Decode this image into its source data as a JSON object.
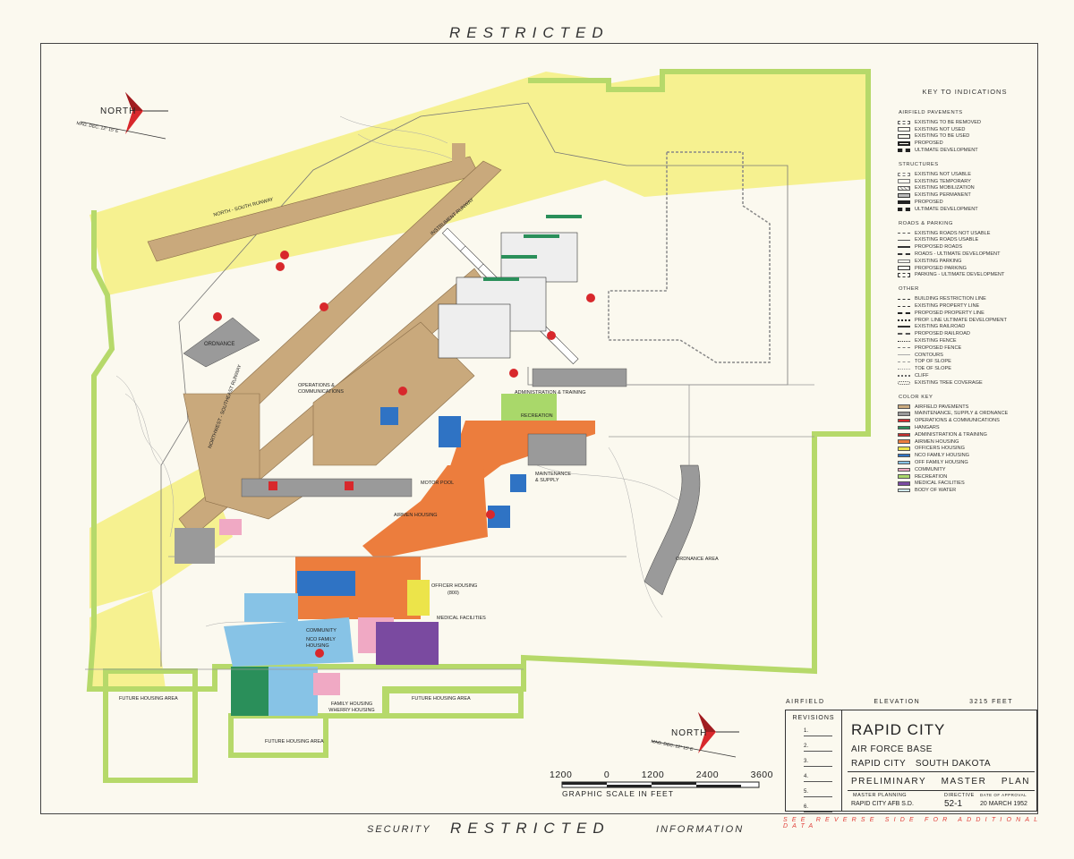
{
  "header": {
    "banner": "RESTRICTED"
  },
  "footer": {
    "security": "SECURITY",
    "banner": "RESTRICTED",
    "information": "INFORMATION"
  },
  "compass": {
    "label": "NORTH",
    "declination": "MAG. DEC. 12° 15' E"
  },
  "map_labels": {
    "north_south_runway": "NORTH - SOUTH RUNWAY",
    "nw_se_runway": "NORTHWEST - SOUTHEAST RUNWAY",
    "instrument_runway": "INSTRUMENT RUNWAY",
    "ordnance": "ORDNANCE",
    "operations": "OPERATIONS & COMMUNICATIONS",
    "admin_training": "ADMINISTRATION & TRAINING",
    "recreation": "RECREATION",
    "maintenance_supply": "MAINTENANCE & SUPPLY",
    "motor_pool": "MOTOR POOL",
    "airmen_housing": "AIRMEN HOUSING",
    "officer_housing": "OFFICER HOUSING",
    "officer_housing_count": "(800)",
    "medical": "MEDICAL FACILITIES",
    "community": "COMMUNITY",
    "nco_family": "NCO FAMILY HOUSING",
    "family_wherry": "FAMILY HOUSING WHERRY HOUSING",
    "ordnance_area": "ORDNANCE AREA",
    "future_housing_1": "FUTURE HOUSING AREA",
    "future_housing_2": "FUTURE HOUSING AREA",
    "future_housing_3": "FUTURE HOUSING AREA"
  },
  "legend": {
    "title": "KEY TO INDICATIONS",
    "airfield_title": "AIRFIELD PAVEMENTS",
    "airfield": [
      "EXISTING TO BE REMOVED",
      "EXISTING NOT USED",
      "EXISTING TO BE USED",
      "PROPOSED",
      "ULTIMATE DEVELOPMENT"
    ],
    "structures_title": "STRUCTURES",
    "structures": [
      "EXISTING NOT USABLE",
      "EXISTING TEMPORARY",
      "EXISTING MOBILIZATION",
      "EXISTING PERMANENT",
      "PROPOSED",
      "ULTIMATE DEVELOPMENT"
    ],
    "roads_title": "ROADS & PARKING",
    "roads": [
      "EXISTING ROADS NOT USABLE",
      "EXISTING ROADS USABLE",
      "PROPOSED ROADS",
      "ROADS - ULTIMATE DEVELOPMENT",
      "EXISTING PARKING",
      "PROPOSED PARKING",
      "PARKING - ULTIMATE DEVELOPMENT"
    ],
    "other_title": "OTHER",
    "other": [
      "BUILDING RESTRICTION LINE",
      "EXISTING PROPERTY LINE",
      "PROPOSED PROPERTY LINE",
      "PROP. LINE ULTIMATE DEVELOPMENT",
      "EXISTING RAILROAD",
      "PROPOSED RAILROAD",
      "EXISTING FENCE",
      "PROPOSED FENCE",
      "CONTOURS",
      "TOP OF SLOPE",
      "TOE OF SLOPE",
      "CLIFF",
      "EXISTING TREE COVERAGE"
    ],
    "color_title": "COLOR KEY",
    "color_key": [
      {
        "label": "AIRFIELD PAVEMENTS",
        "color": "#c9a97c"
      },
      {
        "label": "MAINTENANCE, SUPPLY & ORDNANCE",
        "color": "#9a9a9a"
      },
      {
        "label": "OPERATIONS & COMMUNICATIONS",
        "color": "#d8282c"
      },
      {
        "label": "HANGARS",
        "color": "#2a8f5a"
      },
      {
        "label": "ADMINISTRATION & TRAINING",
        "color": "#c42f2f"
      },
      {
        "label": "AIRMEN HOUSING",
        "color": "#ec7d3d"
      },
      {
        "label": "OFFICERS HOUSING",
        "color": "#ece44a"
      },
      {
        "label": "NCO FAMILY HOUSING",
        "color": "#2f73c4"
      },
      {
        "label": "OFF FAMILY HOUSING",
        "color": "#87c3e6"
      },
      {
        "label": "COMMUNITY",
        "color": "#f0a9c4"
      },
      {
        "label": "RECREATION",
        "color": "#a9d86a"
      },
      {
        "label": "MEDICAL FACILITIES",
        "color": "#7a4aa0"
      },
      {
        "label": "BODY OF WATER",
        "color": "#cfe8ea"
      }
    ]
  },
  "elevation": {
    "label": "AIRFIELD",
    "word": "ELEVATION",
    "value": "3215 FEET"
  },
  "title_block": {
    "revisions": "REVISIONS",
    "revision_numbers": [
      "1.",
      "2.",
      "3.",
      "4.",
      "5.",
      "6."
    ],
    "name": "RAPID CITY",
    "line1": "AIR FORCE BASE",
    "line2_city": "RAPID CITY",
    "line2_state": "SOUTH DAKOTA",
    "plan_word1": "PRELIMINARY",
    "plan_word2": "MASTER",
    "plan_word3": "PLAN",
    "master_planning_label": "MASTER PLANNING",
    "master_planning_value": "RAPID CITY AFB S.D.",
    "directive_label": "DIRECTIVE",
    "directive_value": "52-1",
    "approval_label": "DATE OF APPROVAL",
    "approval_value": "20 MARCH 1952"
  },
  "see_reverse": "SEE REVERSE SIDE FOR ADDITIONAL DATA",
  "scale": {
    "ticks": [
      "1200",
      "0",
      "1200",
      "2400",
      "3600"
    ],
    "label": "GRAPHIC SCALE IN FEET"
  },
  "colors": {
    "yellow_zone": "#f6f190",
    "property_line": "#b6d96a",
    "pavement": "#c9a97c",
    "background": "#fbf9ef"
  }
}
